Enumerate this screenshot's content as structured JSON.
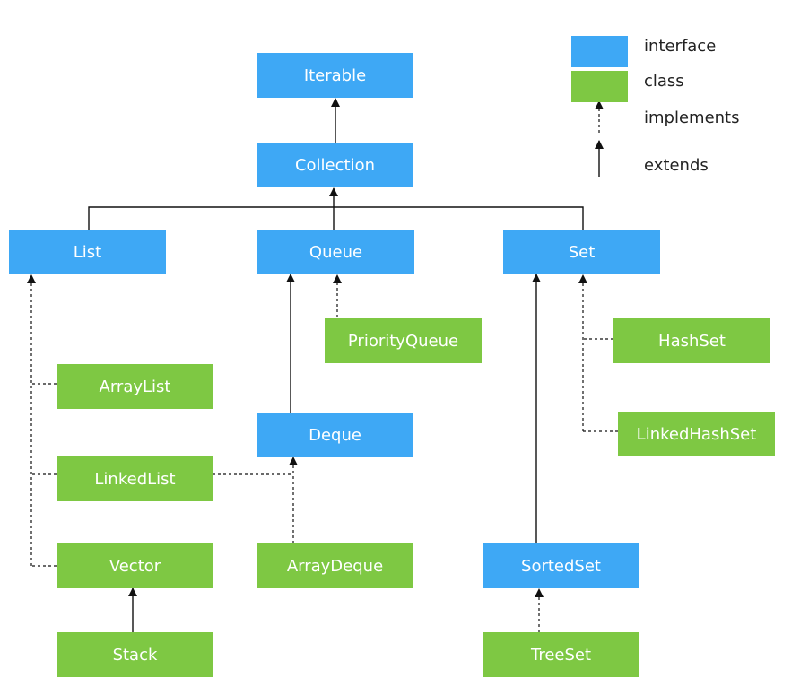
{
  "colors": {
    "interface": "#3ea8f5",
    "class": "#7ec843",
    "line": "#111111"
  },
  "legend": {
    "interface_label": "interface",
    "class_label": "class",
    "implements_label": "implements",
    "extends_label": "extends"
  },
  "nodes": {
    "iterable": {
      "label": "Iterable",
      "kind": "interface"
    },
    "collection": {
      "label": "Collection",
      "kind": "interface"
    },
    "list": {
      "label": "List",
      "kind": "interface"
    },
    "queue": {
      "label": "Queue",
      "kind": "interface"
    },
    "set": {
      "label": "Set",
      "kind": "interface"
    },
    "priorityqueue": {
      "label": "PriorityQueue",
      "kind": "class"
    },
    "hashset": {
      "label": "HashSet",
      "kind": "class"
    },
    "arraylist": {
      "label": "ArrayList",
      "kind": "class"
    },
    "deque": {
      "label": "Deque",
      "kind": "interface"
    },
    "linkedhashset": {
      "label": "LinkedHashSet",
      "kind": "class"
    },
    "linkedlist": {
      "label": "LinkedList",
      "kind": "class"
    },
    "vector": {
      "label": "Vector",
      "kind": "class"
    },
    "arraydeque": {
      "label": "ArrayDeque",
      "kind": "class"
    },
    "sortedset": {
      "label": "SortedSet",
      "kind": "interface"
    },
    "stack": {
      "label": "Stack",
      "kind": "class"
    },
    "treeset": {
      "label": "TreeSet",
      "kind": "class"
    }
  }
}
